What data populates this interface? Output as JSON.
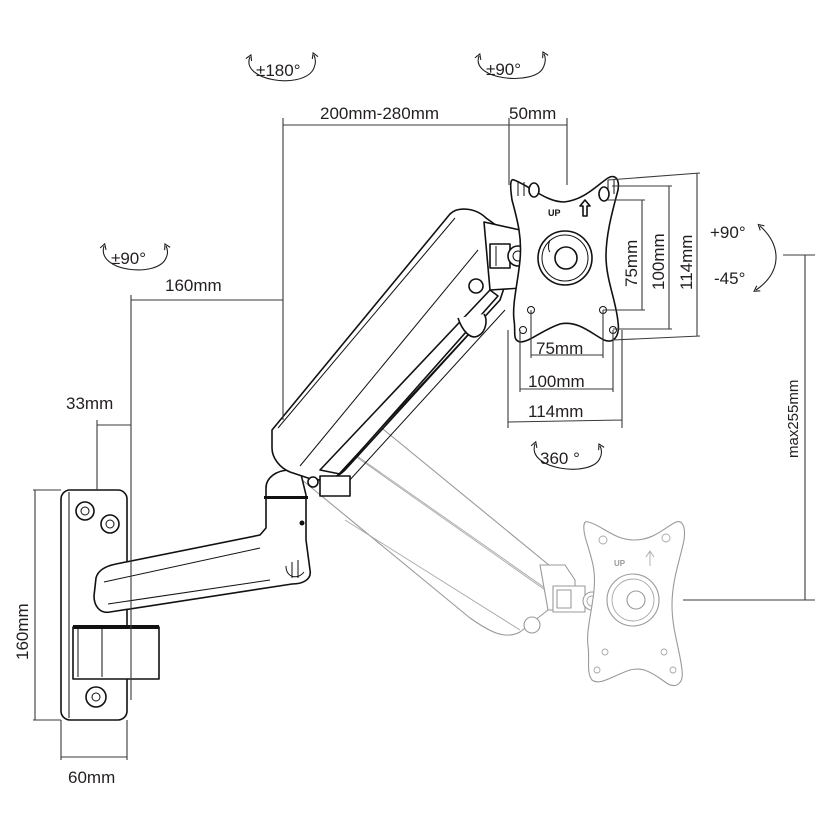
{
  "diagram": {
    "subject": "Gas spring wall-mount monitor arm with dimensions",
    "rotations": {
      "base_swivel": "±180°",
      "head_swivel": "±90°",
      "wall_swivel": "±90°",
      "plate_rotation": "360 °",
      "tilt_up": "+90°",
      "tilt_down": "-45°"
    },
    "dimensions": {
      "arm_reach": "200mm-280mm",
      "head_offset": "50mm",
      "lower_arm_length": "160mm",
      "wall_offset": "33mm",
      "wall_plate_height": "160mm",
      "wall_plate_width": "60mm",
      "vesa_vertical_small": "75mm",
      "vesa_vertical_medium": "100mm",
      "vesa_vertical_plate": "114mm",
      "vesa_horizontal_small": "75mm",
      "vesa_horizontal_medium": "100mm",
      "vesa_horizontal_plate": "114mm",
      "height_adjust": "max255mm"
    },
    "plate_marking": "UP"
  }
}
